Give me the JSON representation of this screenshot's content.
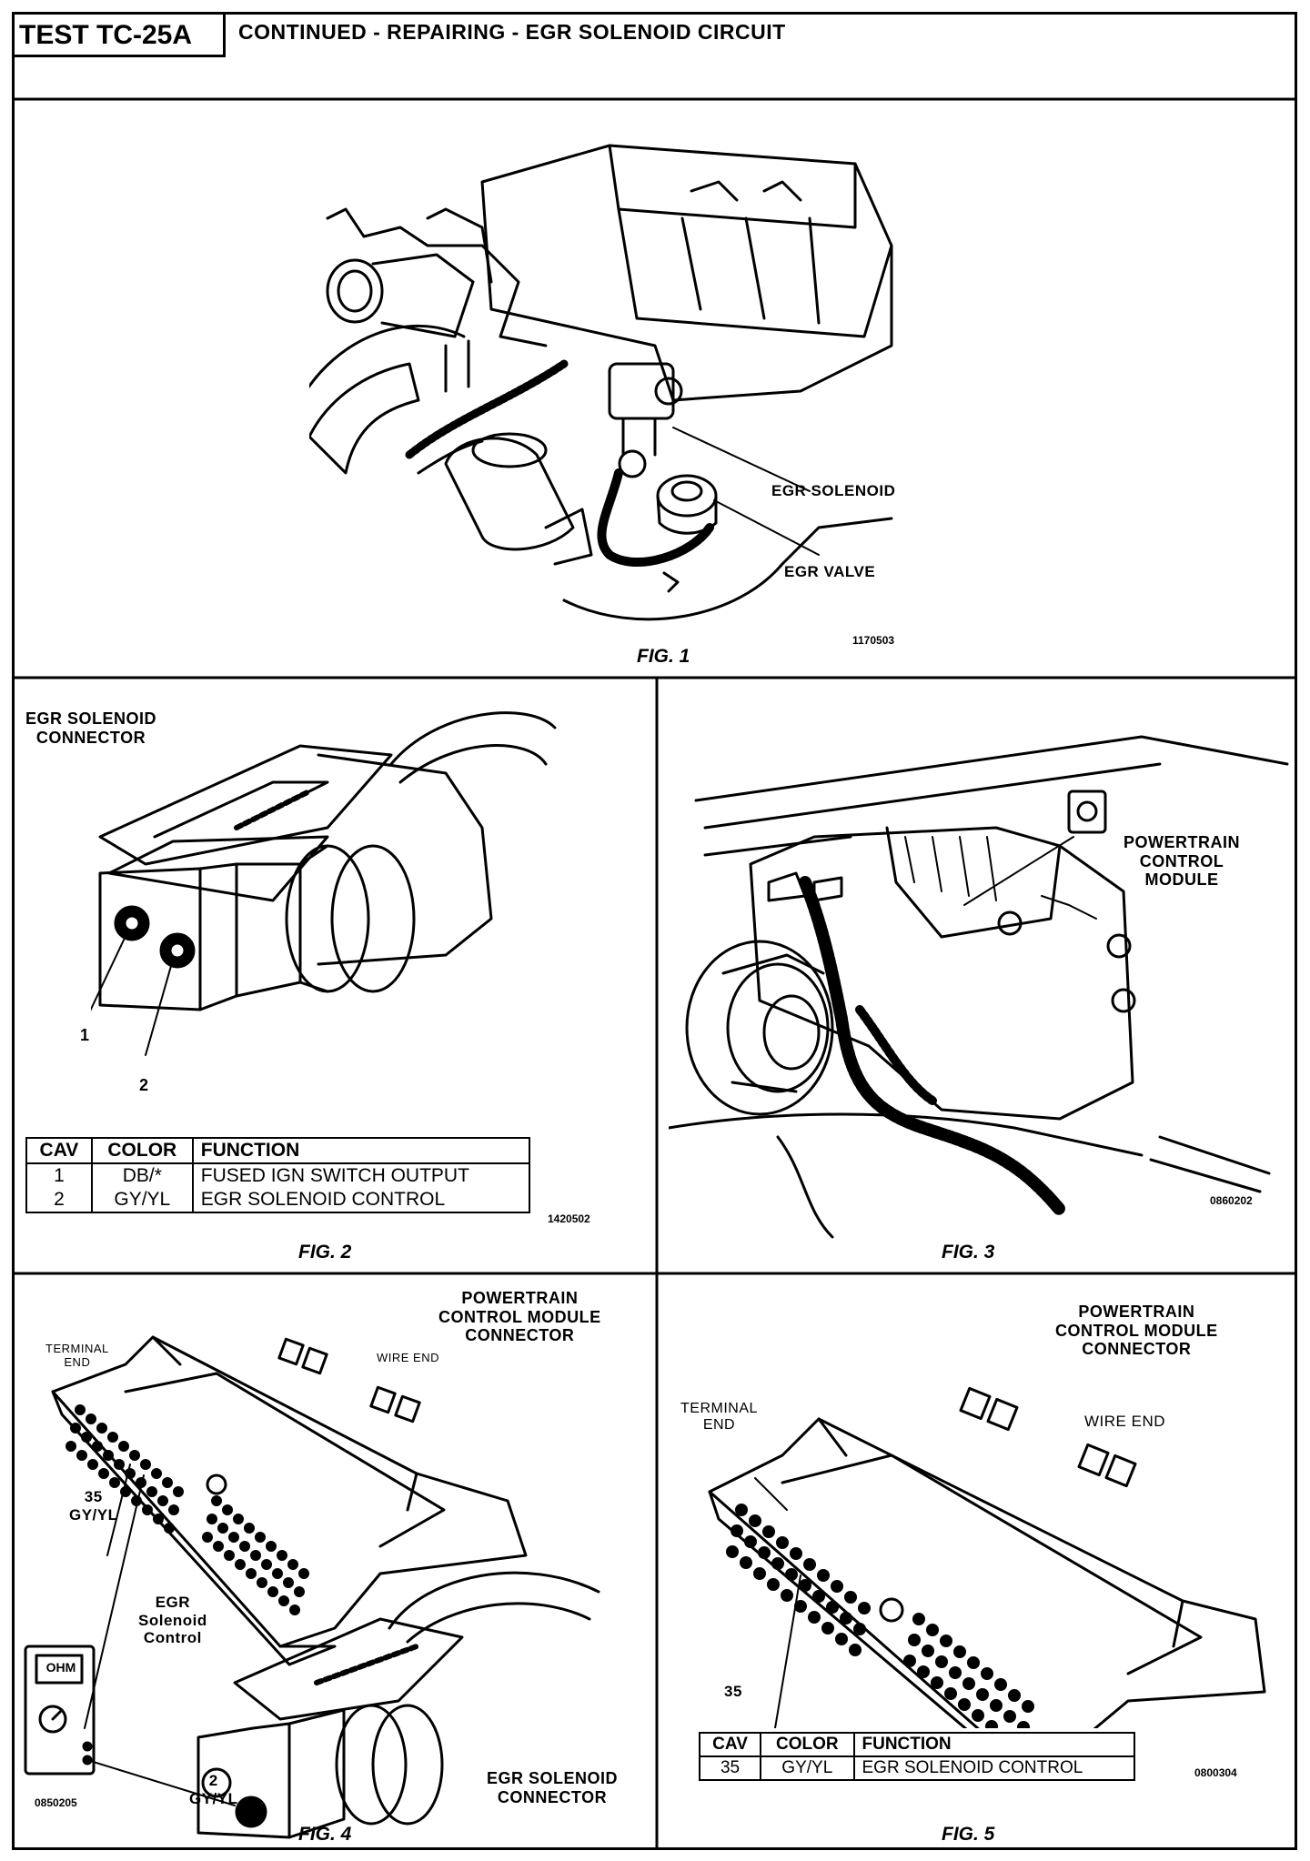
{
  "header": {
    "test_id": "TEST TC-25A",
    "title": "CONTINUED - REPAIRING - EGR SOLENOID CIRCUIT"
  },
  "fig1": {
    "caption": "FIG. 1",
    "labels": {
      "egr_solenoid": "EGR SOLENOID",
      "egr_valve": "EGR VALVE"
    },
    "ref": "1170503"
  },
  "fig2": {
    "caption": "FIG. 2",
    "title_line1": "EGR SOLENOID",
    "title_line2": "CONNECTOR",
    "pin1": "1",
    "pin2": "2",
    "ref": "1420502",
    "table": {
      "headers": [
        "CAV",
        "COLOR",
        "FUNCTION"
      ],
      "rows": [
        [
          "1",
          "DB/*",
          "FUSED IGN SWITCH OUTPUT"
        ],
        [
          "2",
          "GY/YL",
          "EGR SOLENOID CONTROL"
        ]
      ]
    }
  },
  "fig3": {
    "caption": "FIG. 3",
    "label_line1": "POWERTRAIN",
    "label_line2": "CONTROL",
    "label_line3": "MODULE",
    "ref": "0860202"
  },
  "fig4": {
    "caption": "FIG. 4",
    "pcm_line1": "POWERTRAIN",
    "pcm_line2": "CONTROL MODULE",
    "pcm_line3": "CONNECTOR",
    "terminal_line1": "TERMINAL",
    "terminal_line2": "END",
    "wire_end": "WIRE END",
    "pin35_num": "35",
    "pin35_color": "GY/YL",
    "egr_ctrl_line1": "EGR",
    "egr_ctrl_line2": "Solenoid",
    "egr_ctrl_line3": "Control",
    "meter": "OHM",
    "pin2_num": "2",
    "pin2_color": "GY/YL",
    "conn_line1": "EGR SOLENOID",
    "conn_line2": "CONNECTOR",
    "ref": "0850205"
  },
  "fig5": {
    "caption": "FIG. 5",
    "pcm_line1": "POWERTRAIN",
    "pcm_line2": "CONTROL MODULE",
    "pcm_line3": "CONNECTOR",
    "terminal_line1": "TERMINAL",
    "terminal_line2": "END",
    "wire_end": "WIRE END",
    "pin35": "35",
    "ref": "0800304",
    "table": {
      "headers": [
        "CAV",
        "COLOR",
        "FUNCTION"
      ],
      "rows": [
        [
          "35",
          "GY/YL",
          "EGR SOLENOID CONTROL"
        ]
      ]
    }
  }
}
